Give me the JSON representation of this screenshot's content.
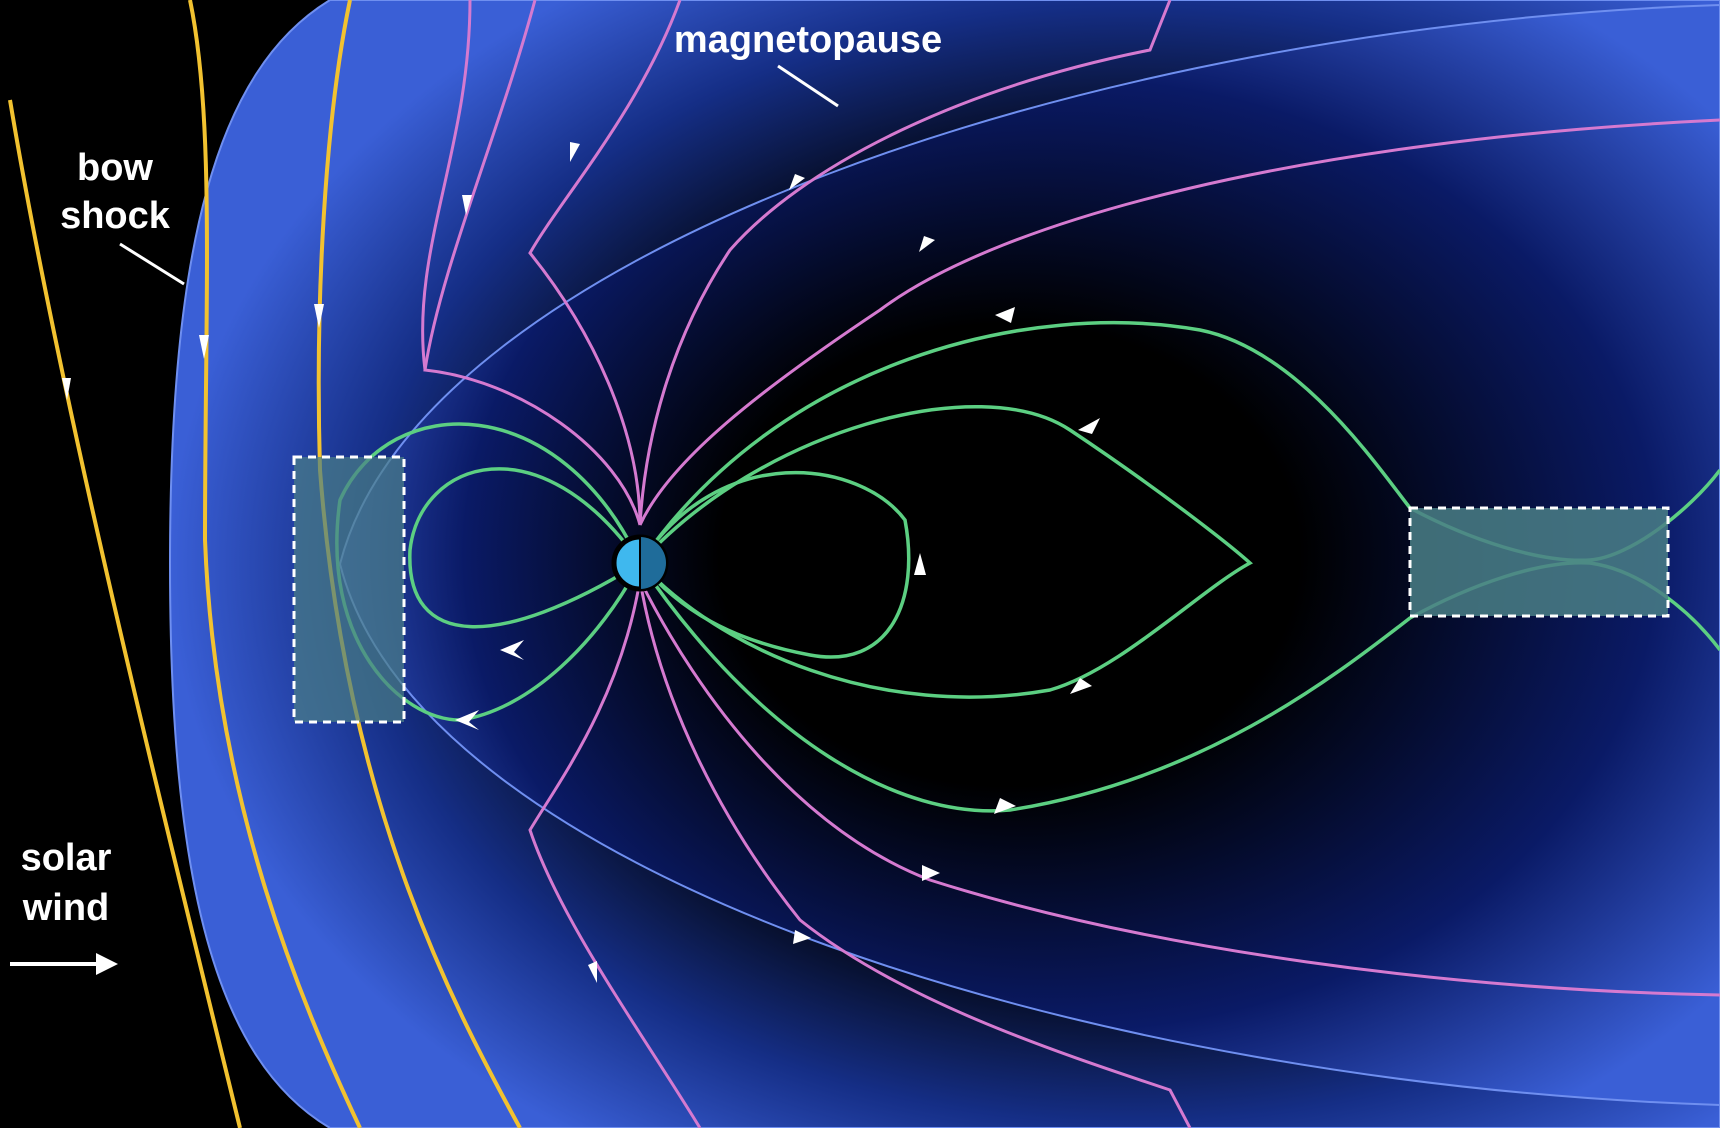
{
  "labels": {
    "bow_shock": [
      "bow",
      "shock"
    ],
    "magnetopause": "magnetopause",
    "solar_wind": [
      "solar",
      "wind"
    ]
  },
  "colors": {
    "background": "#000000",
    "sheath_blue": "#3a5fd6",
    "imf_lines": "#f2c230",
    "open_field_lines": "#d57ad0",
    "closed_field_lines": "#5ccf82",
    "earth_day": "#3fb8ee",
    "earth_night": "#1f6c9a",
    "reconnection_box": "#4a7f86",
    "text": "#ffffff"
  }
}
